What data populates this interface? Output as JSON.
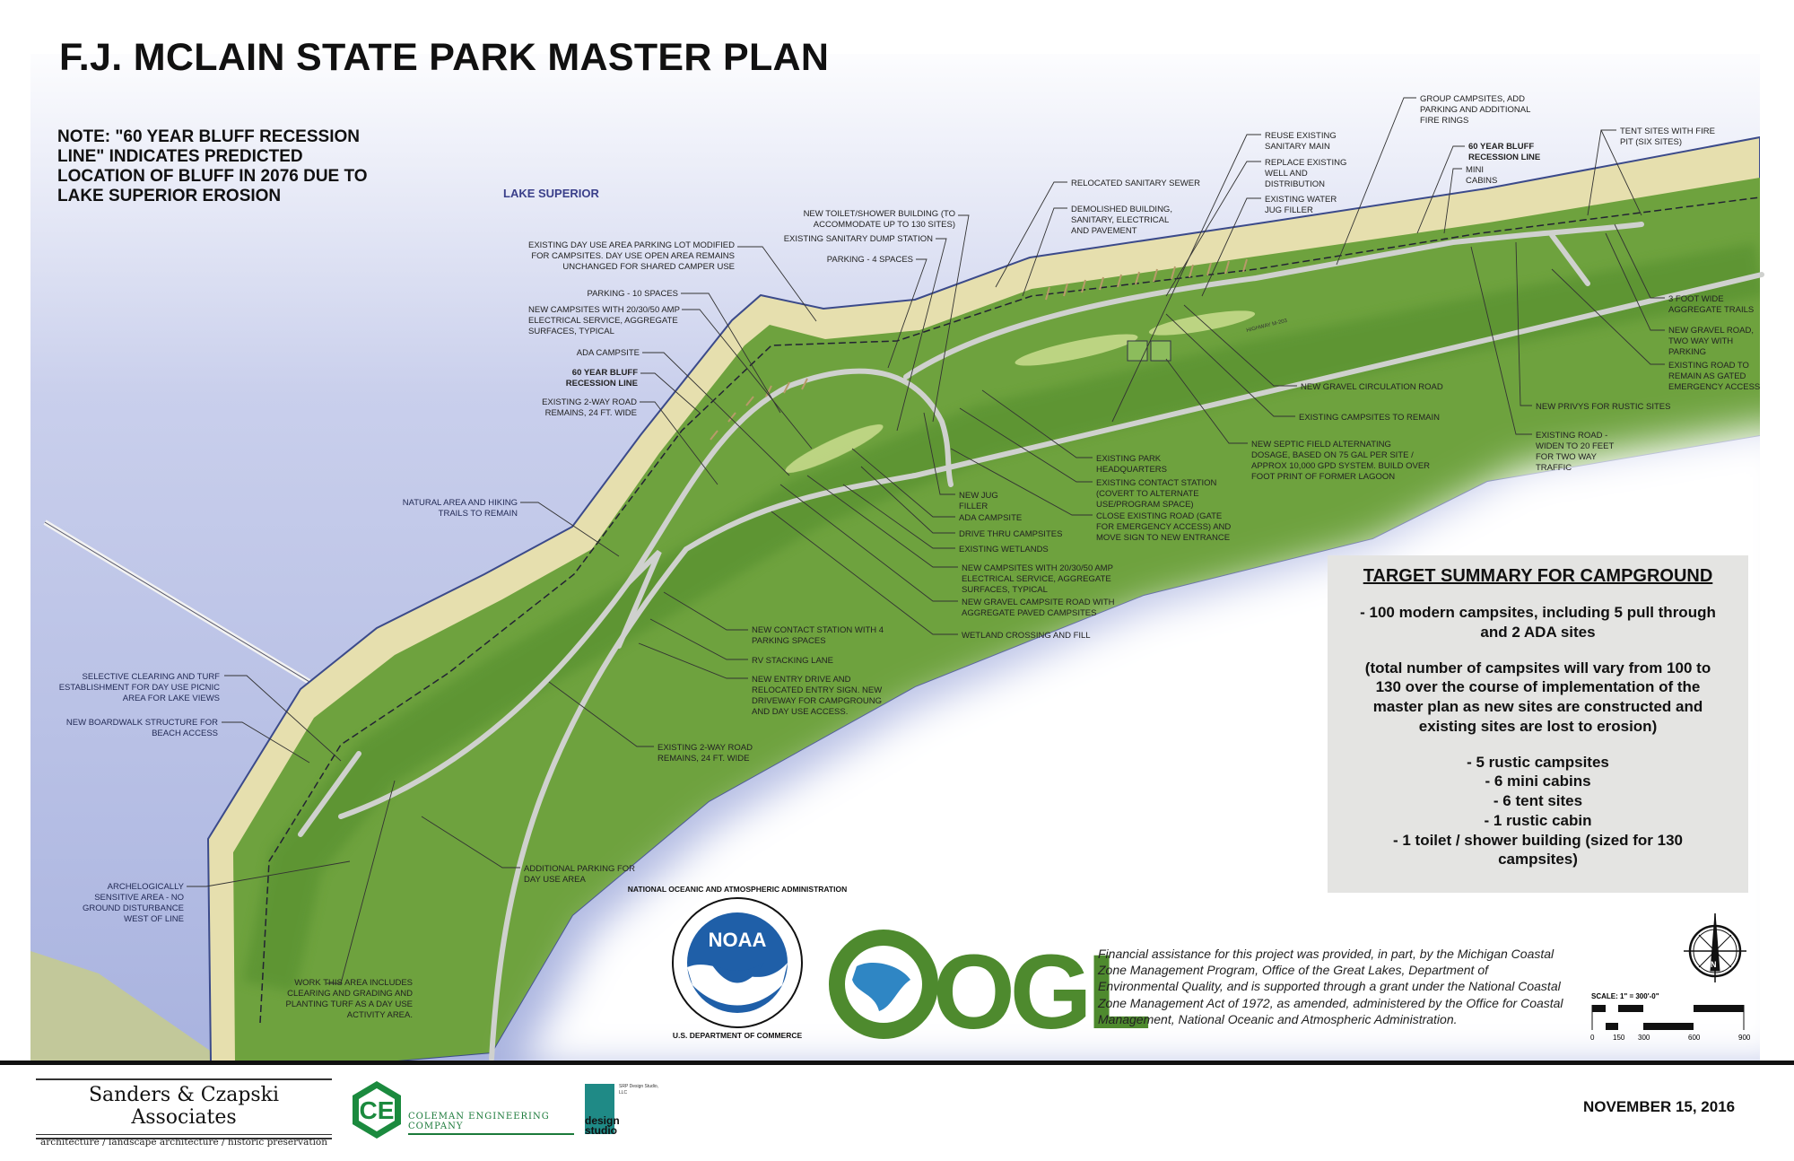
{
  "title": "F.J. MCLAIN STATE PARK MASTER PLAN",
  "note": "NOTE: \"60 YEAR BLUFF RECESSION\nLINE\" INDICATES PREDICTED\nLOCATION OF BLUFF IN 2076 DUE TO\nLAKE SUPERIOR EROSION",
  "lake_label": "LAKE SUPERIOR",
  "highway_label": "HIGHWAY M-203",
  "colors": {
    "lake": "#a9b3df",
    "beach": "#e6dfae",
    "land": "#6ea23e",
    "road": "#c9cbc8",
    "summary_bg": "#e4e4e2",
    "ogl_green": "#4e8a2e",
    "noaa_blue": "#1f5fa8"
  },
  "labels": [
    "Existing day use area parking lot modified\nfor campsites. Day use open area remains\nunchanged for shared camper use",
    "New toilet/shower building (to\naccommodate up to 130 sites)",
    "Existing sanitary dump station",
    "Parking - 4 spaces",
    "Parking - 10 spaces",
    "New campsites with 20/30/50 amp\nelectrical service, aggregate\nsurfaces, typical",
    "ADA campsite",
    "60 year bluff\nrecession line",
    "Existing 2-way road\nremains, 24 ft. wide",
    "Natural area and hiking\ntrails to remain",
    "Relocated sanitary sewer",
    "Demolished building,\nsanitary, electrical\nand pavement",
    "Reuse existing\nsanitary main",
    "Replace existing\nwell and\ndistribution",
    "Existing water\njug filler",
    "Group campsites, add\nparking and additional\nfire rings",
    "60 year bluff\nrecession line",
    "Mini\ncabins",
    "Tent sites with fire\npit (six sites)",
    "3 foot wide\naggregate trails",
    "New gravel road,\ntwo way with\nparking",
    "Existing road to\nremain as gated\nemergency access",
    "New privys for rustic sites",
    "Existing road -\nwiden to 20 feet\nfor two way\ntraffic",
    "New gravel circulation road",
    "Existing campsites to remain",
    "New septic field alternating\ndosage, based on 75 gal per site /\napprox 10,000 gpd system. Build over\nfoot print of former lagoon",
    "Existing park\nheadquarters",
    "Existing contact station\n(covert to alternate\nuse/program space)",
    "Close existing road (gate\nfor emergency access) and\nmove sign to new entrance",
    "New jug\nfiller",
    "ADA campsite",
    "Drive thru campsites",
    "Existing wetlands",
    "New campsites with 20/30/50 amp\nelectrical service, aggregate\nsurfaces, typical",
    "New gravel campsite road with\naggregate paved campsites",
    "Wetland crossing and fill",
    "New contact station with 4\nparking spaces",
    "RV stacking lane",
    "New entry drive and\nrelocated entry sign. New\ndriveway for campgroung\nand day use access.",
    "Existing 2-way road\nremains, 24 ft. wide",
    "Additional parking for\nday use area",
    "Selective clearing and turf\nestablishment for day use picnic\narea for lake views",
    "New boardwalk structure for\nbeach access",
    "Archelogically\nsensitive area - no\nground disturbance\nwest of line",
    "Work this area includes\nclearing and grading and\nplanting turf as a day use\nactivity area."
  ],
  "summary": {
    "heading": "TARGET SUMMARY FOR CAMPGROUND",
    "p1": "- 100 modern campsites, including 5 pull through\nand 2 ADA sites",
    "p2": "(total number of campsites will vary from 100  to\n130 over the course of implementation of the\nmaster plan as new sites are constructed and\nexisting sites are lost to erosion)",
    "items": [
      "- 5 rustic campsites",
      "- 6 mini cabins",
      "- 6 tent sites",
      "- 1 rustic cabin",
      "- 1 toilet / shower building (sized for 130\ncampsites)"
    ]
  },
  "funding_text": "Financial assistance for this project was provided, in part, by the Michigan Coastal Zone Management Program, Office of the Great Lakes, Department of Environmental Quality, and is supported through a grant under the National Coastal Zone Management Act of 1972, as amended, administered by the Office for Coastal Management, National Oceanic and Atmospheric Administration.",
  "noaa": {
    "center": "NOAA",
    "ring_top": "NATIONAL OCEANIC AND ATMOSPHERIC ADMINISTRATION",
    "ring_bottom": "U.S. DEPARTMENT OF COMMERCE"
  },
  "ogl_logo": "OGL",
  "scale": {
    "label": "SCALE: 1\" = 300'-0\"",
    "ticks": [
      "0",
      "150",
      "300",
      "600",
      "900"
    ]
  },
  "compass": "N",
  "date": "NOVEMBER 15, 2016",
  "credits": {
    "sca_name": "Sanders & Czapski Associates",
    "sca_sub": "architecture / landscape architecture / historic preservation",
    "cec": "COLEMAN ENGINEERING COMPANY",
    "srp_word": "design studio",
    "srp_name": "SRP Design Studio, LLC"
  }
}
